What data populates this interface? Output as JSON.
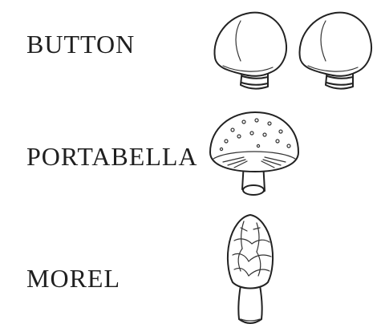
{
  "labels": {
    "button": "BUTTON",
    "portabella": "PORTABELLA",
    "morel": "MOREL"
  },
  "colors": {
    "ink": "#222222",
    "background": "#ffffff"
  }
}
